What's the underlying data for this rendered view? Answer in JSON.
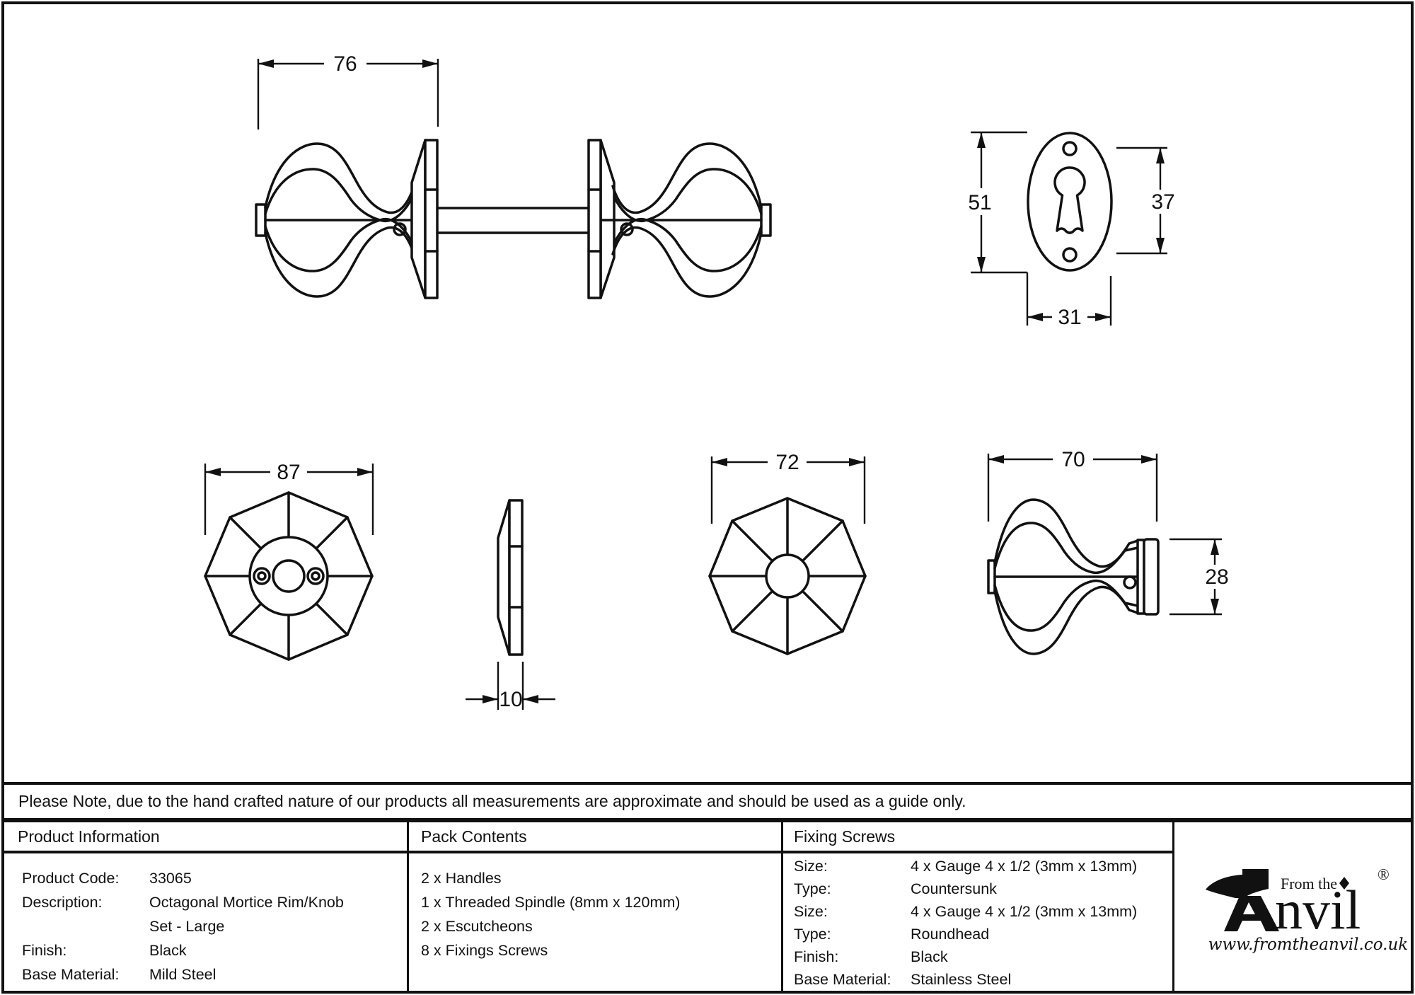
{
  "note": {
    "text": "Please Note, due to the hand crafted nature of our products all measurements are approximate and should be used as a guide only."
  },
  "table": {
    "product_information": {
      "header": "Product Information",
      "rows": [
        {
          "label": "Product Code:",
          "value": "33065"
        },
        {
          "label": "Description:",
          "value": "Octagonal Mortice Rim/Knob"
        },
        {
          "label": "",
          "value": "Set - Large"
        },
        {
          "label": "Finish:",
          "value": "Black"
        },
        {
          "label": "Base Material:",
          "value": "Mild Steel"
        }
      ]
    },
    "pack_contents": {
      "header": "Pack Contents",
      "items": [
        "2 x Handles",
        "1 x Threaded Spindle (8mm x 120mm)",
        "2 x Escutcheons",
        "8 x Fixings Screws"
      ]
    },
    "fixing_screws": {
      "header": "Fixing Screws",
      "rows": [
        {
          "label": "Size:",
          "value": "4 x Gauge 4 x 1/2 (3mm x 13mm)"
        },
        {
          "label": "Type:",
          "value": "Countersunk"
        },
        {
          "label": "Size:",
          "value": "4 x Gauge 4 x 1/2 (3mm x 13mm)"
        },
        {
          "label": "Type:",
          "value": "Roundhead"
        },
        {
          "label": "Finish:",
          "value": "Black"
        },
        {
          "label": "Base Material:",
          "value": "Stainless Steel"
        }
      ]
    }
  },
  "logo": {
    "tagline": "From the",
    "brand": "Anvil",
    "brand_tail": "nvil",
    "registered": "®",
    "url": "www.fromtheanvil.co.uk"
  },
  "drawings": {
    "knob_set_side_view": {
      "width_dim": "76"
    },
    "escutcheon_front": {
      "height_dim": "51",
      "hole_spacing_dim": "37",
      "width_dim": "31"
    },
    "rose_front": {
      "width_dim": "87"
    },
    "rose_side": {
      "thickness_dim": "10"
    },
    "knob_front": {
      "width_dim": "72"
    },
    "knob_side": {
      "width_dim": "70",
      "stem_dim": "28"
    }
  },
  "colors": {
    "line": "#111111",
    "background": "#ffffff"
  }
}
